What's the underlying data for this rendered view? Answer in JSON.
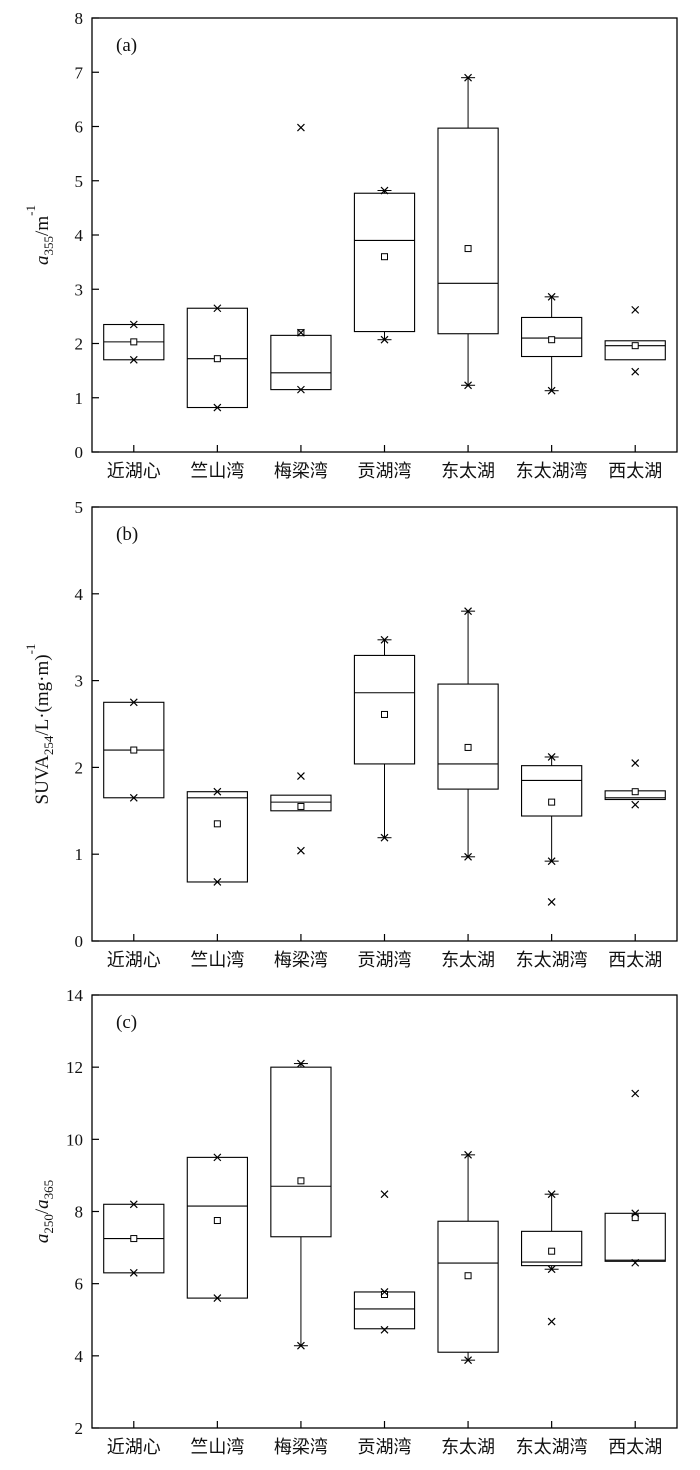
{
  "chart_data": [
    {
      "type": "box",
      "panel_label": "(a)",
      "ylabel": {
        "parts": [
          {
            "t": "a",
            "s": "ital"
          },
          {
            "t": "355",
            "s": "sub"
          },
          {
            "t": "/m",
            "s": ""
          },
          {
            "t": "-1",
            "s": "sup"
          }
        ]
      },
      "ylim": [
        0,
        8
      ],
      "yticks": [
        "0",
        "1",
        "2",
        "3",
        "4",
        "5",
        "6",
        "7",
        "8"
      ],
      "categories": [
        "近湖心",
        "竺山湾",
        "梅梁湾",
        "贡湖湾",
        "东太湖",
        "东太湖湾",
        "西太湖"
      ],
      "boxes": [
        {
          "q1": 1.7,
          "median": 2.03,
          "q3": 2.35,
          "mean": 2.03,
          "whisker_low": null,
          "whisker_high": null,
          "min": 1.7,
          "max": 2.35,
          "outliers": []
        },
        {
          "q1": 0.82,
          "median": 1.72,
          "q3": 2.65,
          "mean": 1.72,
          "whisker_low": null,
          "whisker_high": null,
          "min": 0.82,
          "max": 2.65,
          "outliers": []
        },
        {
          "q1": 1.15,
          "median": 1.46,
          "q3": 2.15,
          "mean": 2.2,
          "whisker_low": null,
          "whisker_high": null,
          "min": 1.15,
          "max": 2.2,
          "outliers": [
            5.98
          ]
        },
        {
          "q1": 2.22,
          "median": 3.9,
          "q3": 4.77,
          "mean": 3.6,
          "whisker_low": 2.07,
          "whisker_high": 4.82,
          "min": 2.07,
          "max": 4.82,
          "outliers": []
        },
        {
          "q1": 2.18,
          "median": 3.11,
          "q3": 5.97,
          "mean": 3.75,
          "whisker_low": 1.23,
          "whisker_high": 6.9,
          "min": 1.23,
          "max": 6.9,
          "outliers": []
        },
        {
          "q1": 1.76,
          "median": 2.1,
          "q3": 2.48,
          "mean": 2.07,
          "whisker_low": 1.13,
          "whisker_high": 2.86,
          "min": 1.13,
          "max": 2.86,
          "outliers": []
        },
        {
          "q1": 1.7,
          "median": 1.96,
          "q3": 2.05,
          "mean": 1.96,
          "whisker_low": null,
          "whisker_high": null,
          "min": 1.48,
          "max": 2.62,
          "outliers": []
        }
      ]
    },
    {
      "type": "box",
      "panel_label": "(b)",
      "ylabel": {
        "parts": [
          {
            "t": "SUVA",
            "s": ""
          },
          {
            "t": "254",
            "s": "sub"
          },
          {
            "t": "/L·(mg·m)",
            "s": ""
          },
          {
            "t": "-1",
            "s": "sup"
          }
        ]
      },
      "ylim": [
        0,
        5
      ],
      "yticks": [
        "0",
        "1",
        "2",
        "3",
        "4",
        "5"
      ],
      "categories": [
        "近湖心",
        "竺山湾",
        "梅梁湾",
        "贡湖湾",
        "东太湖",
        "东太湖湾",
        "西太湖"
      ],
      "boxes": [
        {
          "q1": 1.65,
          "median": 2.2,
          "q3": 2.75,
          "mean": 2.2,
          "whisker_low": null,
          "whisker_high": null,
          "min": 1.65,
          "max": 2.75,
          "outliers": []
        },
        {
          "q1": 0.68,
          "median": 1.65,
          "q3": 1.72,
          "mean": 1.35,
          "whisker_low": null,
          "whisker_high": null,
          "min": 0.68,
          "max": 1.72,
          "outliers": []
        },
        {
          "q1": 1.5,
          "median": 1.6,
          "q3": 1.68,
          "mean": 1.55,
          "whisker_low": null,
          "whisker_high": null,
          "min": 1.04,
          "max": 1.9,
          "outliers": []
        },
        {
          "q1": 2.04,
          "median": 2.86,
          "q3": 3.29,
          "mean": 2.61,
          "whisker_low": 1.19,
          "whisker_high": 3.47,
          "min": 1.19,
          "max": 3.47,
          "outliers": []
        },
        {
          "q1": 1.75,
          "median": 2.04,
          "q3": 2.96,
          "mean": 2.23,
          "whisker_low": 0.97,
          "whisker_high": 3.8,
          "min": 0.97,
          "max": 3.8,
          "outliers": []
        },
        {
          "q1": 1.44,
          "median": 1.85,
          "q3": 2.02,
          "mean": 1.6,
          "whisker_low": 0.92,
          "whisker_high": 2.12,
          "min": 0.92,
          "max": 2.12,
          "outliers": [
            0.45
          ]
        },
        {
          "q1": 1.63,
          "median": 1.65,
          "q3": 1.73,
          "mean": 1.72,
          "whisker_low": null,
          "whisker_high": null,
          "min": 1.57,
          "max": 2.05,
          "outliers": []
        }
      ]
    },
    {
      "type": "box",
      "panel_label": "(c)",
      "ylabel": {
        "parts": [
          {
            "t": "a",
            "s": "ital"
          },
          {
            "t": "250",
            "s": "sub"
          },
          {
            "t": "/",
            "s": ""
          },
          {
            "t": "a",
            "s": "ital"
          },
          {
            "t": "365",
            "s": "sub"
          }
        ]
      },
      "ylim": [
        2,
        14
      ],
      "yticks": [
        "2",
        "4",
        "6",
        "8",
        "10",
        "12",
        "14"
      ],
      "categories": [
        "近湖心",
        "竺山湾",
        "梅梁湾",
        "贡湖湾",
        "东太湖",
        "东太湖湾",
        "西太湖"
      ],
      "boxes": [
        {
          "q1": 6.3,
          "median": 7.25,
          "q3": 8.2,
          "mean": 7.25,
          "whisker_low": null,
          "whisker_high": null,
          "min": 6.3,
          "max": 8.2,
          "outliers": []
        },
        {
          "q1": 5.6,
          "median": 8.15,
          "q3": 9.5,
          "mean": 7.75,
          "whisker_low": null,
          "whisker_high": null,
          "min": 5.6,
          "max": 9.5,
          "outliers": []
        },
        {
          "q1": 7.3,
          "median": 8.7,
          "q3": 12.0,
          "mean": 8.85,
          "whisker_low": 4.28,
          "whisker_high": 12.1,
          "min": 4.28,
          "max": 12.1,
          "outliers": []
        },
        {
          "q1": 4.75,
          "median": 5.3,
          "q3": 5.77,
          "mean": 5.7,
          "whisker_low": null,
          "whisker_high": null,
          "min": 4.72,
          "max": 5.77,
          "outliers": [
            8.48
          ]
        },
        {
          "q1": 4.1,
          "median": 6.57,
          "q3": 7.73,
          "mean": 6.22,
          "whisker_low": 3.88,
          "whisker_high": 9.57,
          "min": 3.88,
          "max": 9.57,
          "outliers": []
        },
        {
          "q1": 6.5,
          "median": 6.6,
          "q3": 7.45,
          "mean": 6.9,
          "whisker_low": 6.4,
          "whisker_high": 8.48,
          "min": 6.4,
          "max": 8.48,
          "outliers": [
            4.95
          ]
        },
        {
          "q1": 6.62,
          "median": 6.65,
          "q3": 7.95,
          "mean": 7.83,
          "whisker_low": null,
          "whisker_high": null,
          "min": 6.58,
          "max": 7.95,
          "outliers": [
            11.27
          ]
        }
      ]
    }
  ]
}
